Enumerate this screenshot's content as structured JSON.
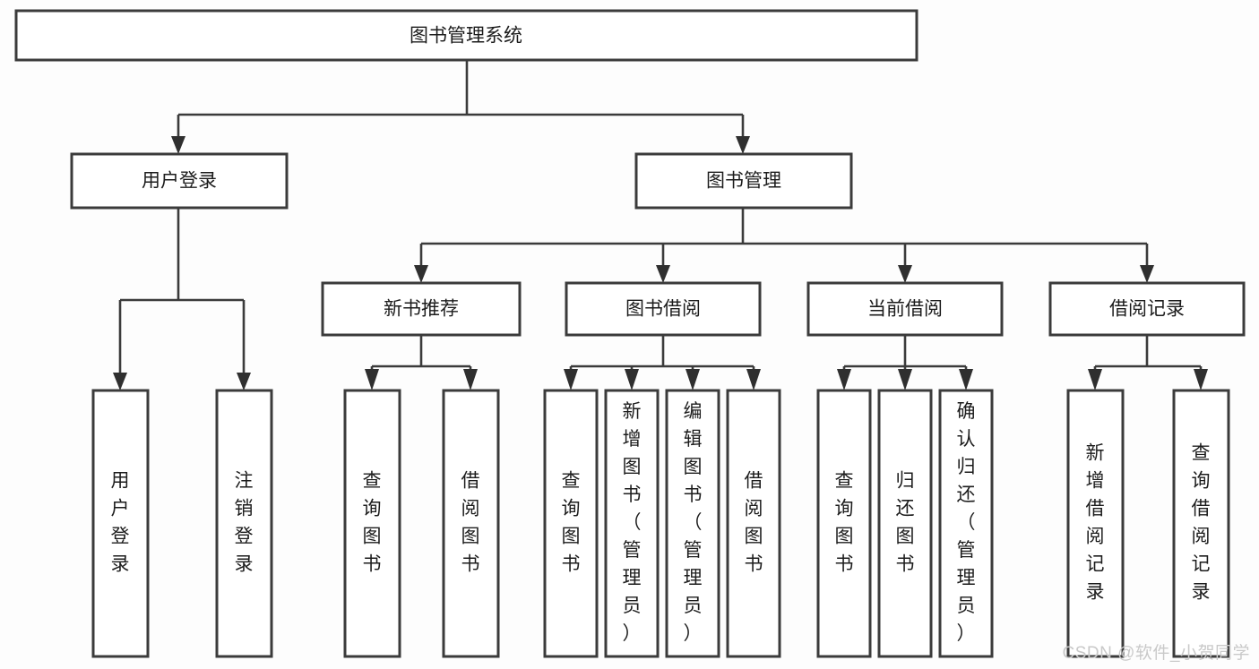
{
  "diagram": {
    "title": "图书管理系统",
    "type": "tree-hierarchy",
    "orientation": "top-down",
    "colors": {
      "background": "#fdfdfd",
      "box_fill": "#ffffff",
      "box_stroke": "#3b3b3b",
      "connector": "#3b3b3b",
      "text": "#1c1c1c",
      "watermark": "#c9c9c9"
    }
  },
  "root": {
    "label": "图书管理系统"
  },
  "level2": [
    {
      "label": "用户登录"
    },
    {
      "label": "图书管理"
    }
  ],
  "level3": [
    {
      "label": "新书推荐"
    },
    {
      "label": "图书借阅"
    },
    {
      "label": "当前借阅"
    },
    {
      "label": "借阅记录"
    }
  ],
  "leaves": {
    "user_login": [
      {
        "label": "用户登录"
      },
      {
        "label": "注销登录"
      }
    ],
    "new_book_recommend": [
      {
        "label": "查询图书"
      },
      {
        "label": "借阅图书"
      }
    ],
    "book_borrow": [
      {
        "label": "查询图书"
      },
      {
        "label": "新增图书（管理员）"
      },
      {
        "label": "编辑图书（管理员）"
      },
      {
        "label": "借阅图书"
      }
    ],
    "current_borrow": [
      {
        "label": "查询图书"
      },
      {
        "label": "归还图书"
      },
      {
        "label": "确认归还（管理员）"
      }
    ],
    "borrow_record": [
      {
        "label": "新增借阅记录"
      },
      {
        "label": "查询借阅记录"
      }
    ]
  },
  "watermark": {
    "text": "CSDN @软件_小贺同学"
  }
}
